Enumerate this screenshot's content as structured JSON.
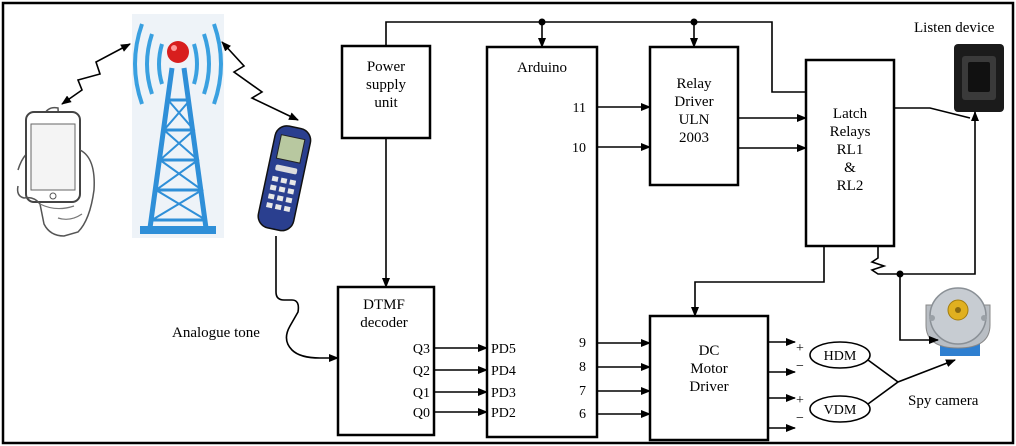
{
  "blocks": {
    "power_supply": [
      "Power",
      "supply",
      "unit"
    ],
    "arduino": "Arduino",
    "relay_driver": [
      "Relay",
      "Driver",
      "ULN",
      "2003"
    ],
    "latch_relays": [
      "Latch",
      "Relays",
      "RL1",
      "&",
      "RL2"
    ],
    "dtmf": [
      "DTMF",
      "decoder"
    ],
    "dc_motor": [
      "DC",
      "Motor",
      "Driver"
    ]
  },
  "dtmf_outputs": [
    "Q3",
    "Q2",
    "Q1",
    "Q0"
  ],
  "arduino_inputs": [
    "PD5",
    "PD4",
    "PD3",
    "PD2"
  ],
  "arduino_relay_pins": [
    "11",
    "10"
  ],
  "arduino_motor_pins": [
    "9",
    "8",
    "7",
    "6"
  ],
  "motors": {
    "hdm": "HDM",
    "vdm": "VDM"
  },
  "polarity": {
    "plus": "+",
    "minus": "−"
  },
  "labels": {
    "listen_device": "Listen device",
    "analogue_tone": "Analogue tone",
    "spy_camera": "Spy camera"
  },
  "colors": {
    "tower_blue": "#2f8fd8",
    "tower_red": "#d81e1e",
    "wave_blue": "#3aa0e0",
    "phone_blue": "#2a3f8f"
  }
}
